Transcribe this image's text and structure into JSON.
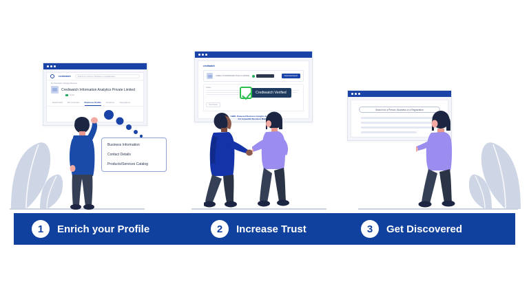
{
  "theme": {
    "brand_blue": "#11419e",
    "window_blue": "#1a43a8",
    "verify_green": "#2cbf4e",
    "badge_navy": "#1f3a5f",
    "purple": "#9b8cf0",
    "leaf_grey": "#ced5e4",
    "page_bg": "#ffffff"
  },
  "panel1": {
    "window": {
      "brand_logo_text": "crediwatch",
      "search_placeholder": "Search for a Person, Business or a Registration",
      "breadcrumb": "My Dashboard  /  Manage Business",
      "company_name": "Crediwatch Information Analytics Private Limited",
      "company_status": "Active",
      "tabs": [
        {
          "label": "Dashboard",
          "active": false
        },
        {
          "label": "Biz Analytics",
          "active": false
        },
        {
          "label": "Business Profile",
          "active": true
        },
        {
          "label": "Products",
          "active": false
        },
        {
          "label": "Integrations",
          "active": false
        }
      ]
    },
    "callout_items": [
      "Business Information",
      "Contact Details",
      "Products/Services Catalog"
    ]
  },
  "panel2": {
    "window": {
      "brand_logo_text": "crediwatch",
      "company_name": "CRED-X PHARMACEUTICALS LIMITED",
      "status_chip": "VERIFIED",
      "action_button": "Download Report",
      "section_title": "Status",
      "small_button": "View Details",
      "tagline_line1": "AI/ML Powered Business Insights & Analytics",
      "tagline_line2": "For Impactful Decision Making"
    },
    "verified_badge": {
      "label": "Crediwatch Verified",
      "icon": "check-shield-icon"
    }
  },
  "panel3": {
    "window": {
      "search_placeholder": "Search for a Person, Business or a Registration"
    }
  },
  "banner": {
    "steps": [
      {
        "number": "1",
        "label": "Enrich your Profile"
      },
      {
        "number": "2",
        "label": "Increase Trust"
      },
      {
        "number": "3",
        "label": "Get Discovered"
      }
    ]
  }
}
